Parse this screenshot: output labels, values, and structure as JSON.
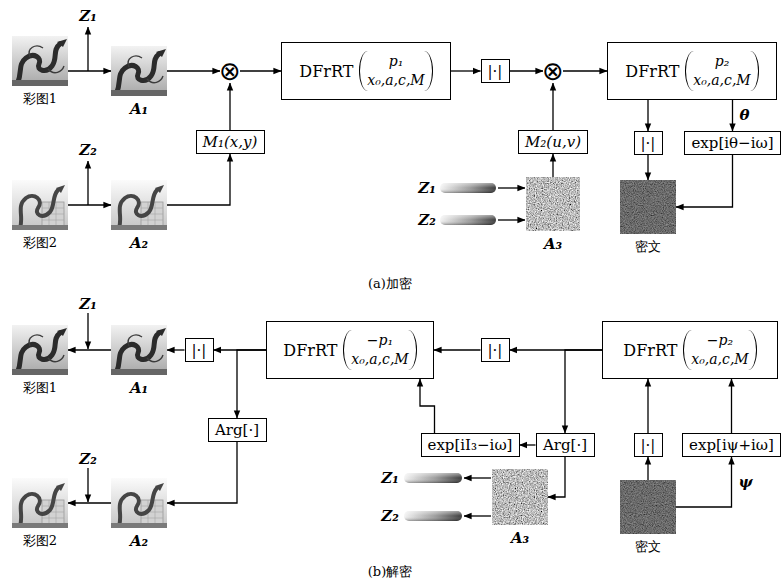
{
  "diagram": {
    "nodes": [
      {
        "text": [
          "彩图1"
        ]
      },
      {
        "text": [
          "A₁"
        ]
      },
      {
        "text": [
          "⊗"
        ]
      },
      {
        "text": [
          "DFrRT",
          "p₁",
          "x₀,a,c,M"
        ]
      },
      {
        "text": [
          "|·|"
        ]
      },
      {
        "text": [
          "⊗"
        ]
      },
      {
        "text": [
          "DFrRT",
          "p₂",
          "x₀,a,c,M"
        ]
      },
      {
        "text": [
          "彩图2"
        ]
      },
      {
        "text": [
          "A₂"
        ]
      },
      {
        "text": [
          "M₁(x,y)"
        ]
      },
      {
        "text": [
          "M₂(u,v)"
        ]
      },
      {
        "text": [
          "|·|"
        ]
      },
      {
        "text": [
          "exp[iθ−iω]"
        ]
      },
      {
        "text": [
          "A₃"
        ]
      },
      {
        "text": [
          "密文"
        ]
      },
      {
        "text": [
          "彩图1"
        ]
      },
      {
        "text": [
          "A₁"
        ]
      },
      {
        "text": [
          "|·|"
        ]
      },
      {
        "text": [
          "DFrRT",
          "−p₁",
          "x₀,a,c,M"
        ]
      },
      {
        "text": [
          "|·|"
        ]
      },
      {
        "text": [
          "DFrRT",
          "−p₂",
          "x₀,a,c,M"
        ]
      },
      {
        "text": [
          "Arg[·]"
        ]
      },
      {
        "text": [
          "exp[iI₃−iω]"
        ]
      },
      {
        "text": [
          "Arg[·]"
        ]
      },
      {
        "text": [
          "|·|"
        ]
      },
      {
        "text": [
          "exp[iψ+iω]"
        ]
      },
      {
        "text": [
          "彩图2"
        ]
      },
      {
        "text": [
          "A₂"
        ]
      },
      {
        "text": [
          "A₃"
        ]
      },
      {
        "text": [
          "密文"
        ]
      }
    ],
    "edges": [
      {
        "from": 0,
        "to": 1,
        "arrow": "to"
      },
      {
        "from": 1,
        "to": 2,
        "arrow": "to"
      },
      {
        "from": 2,
        "to": 3,
        "arrow": "to"
      },
      {
        "from": 3,
        "to": 4,
        "arrow": "to"
      },
      {
        "from": 4,
        "to": 5,
        "arrow": "to"
      },
      {
        "from": 5,
        "to": 6,
        "arrow": "to"
      },
      {
        "from": 7,
        "to": 8,
        "arrow": "to"
      },
      {
        "from": 8,
        "to": 9,
        "arrow": "to"
      },
      {
        "from": 9,
        "to": 2,
        "arrow": "to"
      },
      {
        "from": 13,
        "to": 10,
        "arrow": "to"
      },
      {
        "from": 10,
        "to": 5,
        "arrow": "to"
      },
      {
        "from": 6,
        "to": 11,
        "arrow": "to"
      },
      {
        "from": 6,
        "to": 12,
        "arrow": "to",
        "label": "θ"
      },
      {
        "from": 11,
        "to": 14,
        "arrow": "to"
      },
      {
        "from": 12,
        "to": 14,
        "arrow": "to"
      },
      {
        "from": 29,
        "to": 24,
        "arrow": "to"
      },
      {
        "from": 24,
        "to": 20,
        "arrow": "to"
      },
      {
        "from": 29,
        "to": 25,
        "arrow": "to",
        "label": "ψ"
      },
      {
        "from": 25,
        "to": 20,
        "arrow": "to"
      },
      {
        "from": 20,
        "to": 19,
        "arrow": "to"
      },
      {
        "from": 20,
        "to": 23,
        "arrow": "to"
      },
      {
        "from": 19,
        "to": 18,
        "arrow": "to"
      },
      {
        "from": 23,
        "to": 22,
        "arrow": "to"
      },
      {
        "from": 22,
        "to": 18,
        "arrow": "to"
      },
      {
        "from": 23,
        "to": 28,
        "arrow": "to"
      },
      {
        "from": 18,
        "to": 17,
        "arrow": "to"
      },
      {
        "from": 18,
        "to": 21,
        "arrow": "to"
      },
      {
        "from": 17,
        "to": 16,
        "arrow": "to"
      },
      {
        "from": 21,
        "to": 27,
        "arrow": "to"
      },
      {
        "from": 16,
        "to": 15,
        "arrow": "to"
      },
      {
        "from": 27,
        "to": 26,
        "arrow": "to"
      }
    ],
    "labels": [
      "Z₁",
      "Z₂",
      "Z₁",
      "Z₂",
      "(a)加密",
      "Z₁",
      "Z₂",
      "Z₁",
      "Z₂",
      "(b)解密"
    ]
  }
}
